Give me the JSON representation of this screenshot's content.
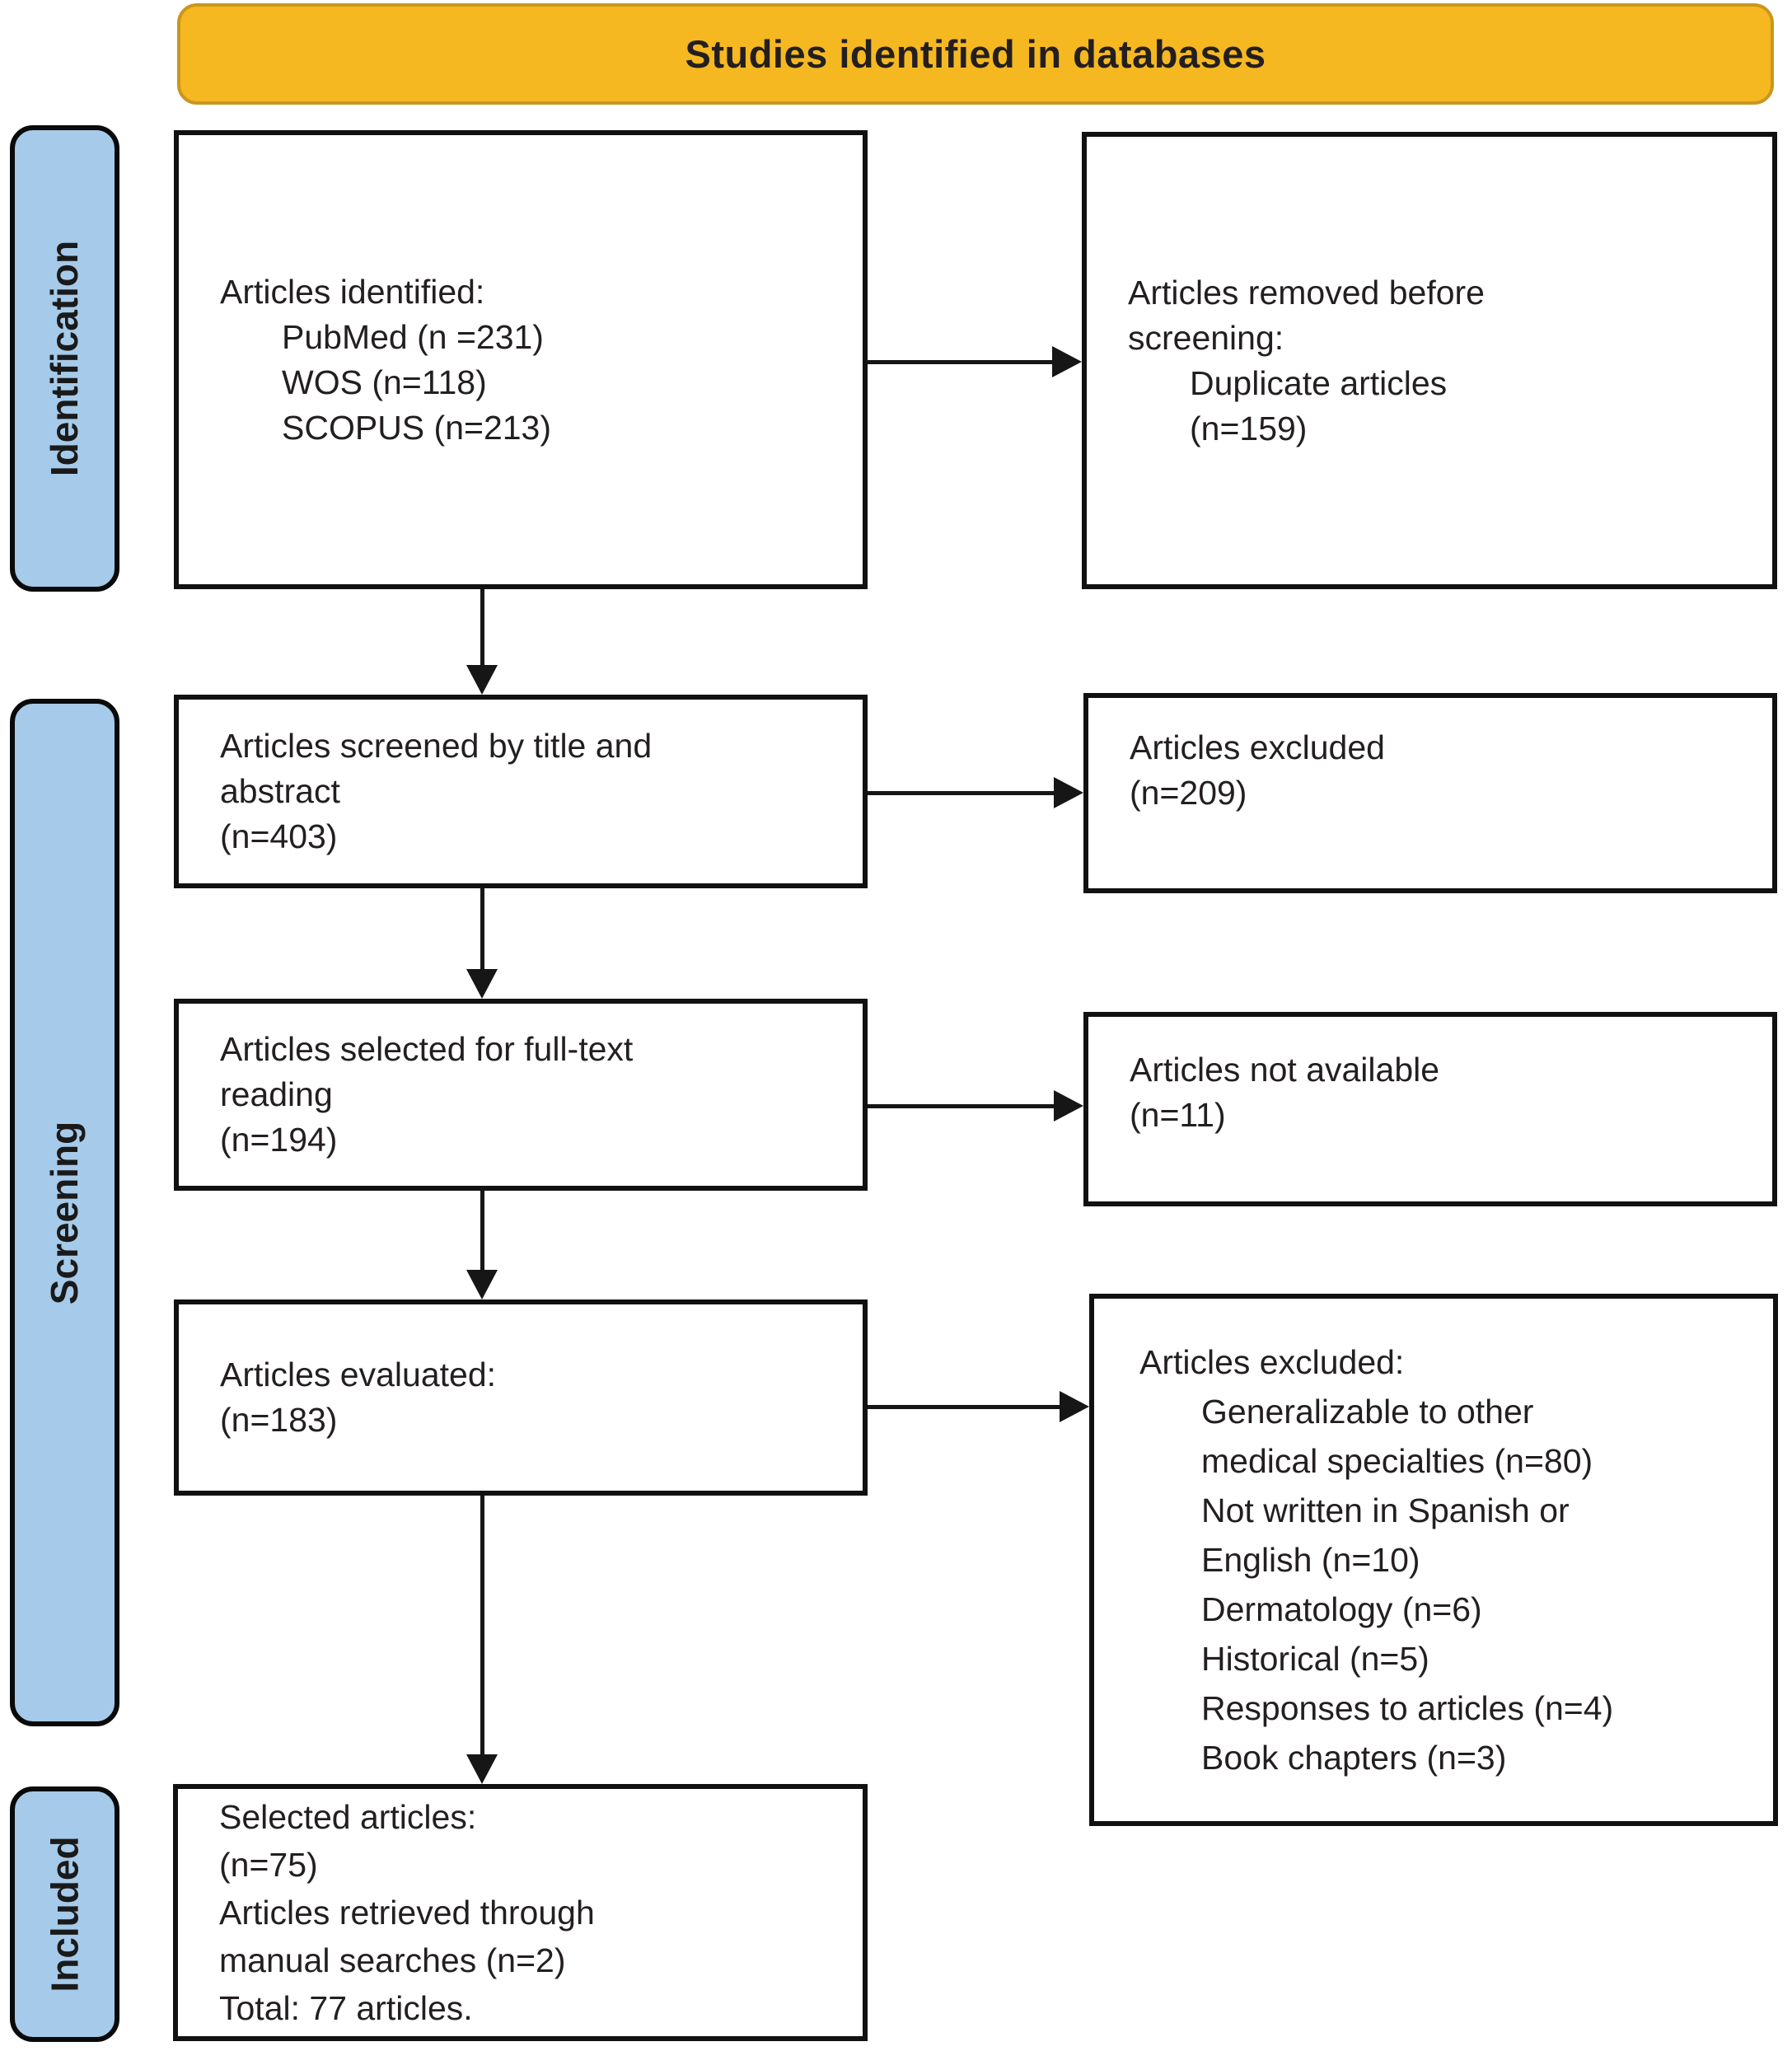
{
  "colors": {
    "banner-bg": "#F6B821",
    "banner-border": "#C9971F",
    "stage-bg": "#A6CAE9",
    "ink": "#231f20"
  },
  "header": {
    "title": "Studies identified in databases"
  },
  "sidebar": {
    "identification": "Identification",
    "screening": "Screening",
    "included": "Included"
  },
  "boxes": {
    "identified": {
      "lines": [
        "Articles identified:",
        "PubMed (n =231)",
        "WOS (n=118)",
        "SCOPUS (n=213)"
      ]
    },
    "removed": {
      "lines": [
        "Articles removed before",
        "screening:",
        "Duplicate articles",
        "(n=159)"
      ]
    },
    "screened": {
      "lines": [
        "Articles screened by title and",
        "abstract",
        "(n=403)"
      ]
    },
    "excluded_after_screening": {
      "lines": [
        "Articles excluded",
        "(n=209)"
      ]
    },
    "fulltext": {
      "lines": [
        "Articles selected for full-text",
        "reading",
        "(n=194)"
      ]
    },
    "not_available": {
      "lines": [
        "Articles not available",
        "(n=11)"
      ]
    },
    "evaluated": {
      "lines": [
        "Articles evaluated:",
        "(n=183)"
      ]
    },
    "excluded_reasons": {
      "lines": [
        "Articles excluded:",
        "Generalizable to other",
        "medical specialties (n=80)",
        "Not written in Spanish or",
        "English (n=10)",
        "Dermatology (n=6)",
        "Historical (n=5)",
        "Responses to articles (n=4)",
        "Book chapters (n=3)"
      ]
    },
    "selected": {
      "lines": [
        "Selected articles:",
        "(n=75)",
        "Articles retrieved through",
        "manual searches (n=2)",
        "Total: 77 articles."
      ]
    }
  }
}
